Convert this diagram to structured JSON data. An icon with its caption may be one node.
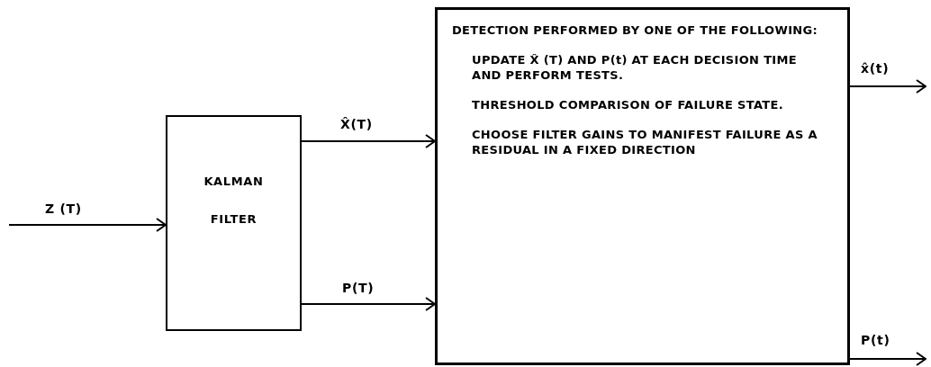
{
  "diagram": {
    "nodes": [
      {
        "text": [
          "KALMAN",
          "FILTER"
        ]
      },
      {
        "text": [
          "DETECTION PERFORMED BY ONE OF THE FOLLOWING:",
          "UPDATE X̂ (T) AND P(t) AT EACH DECISION TIME AND PERFORM TESTS.",
          "THRESHOLD COMPARISON OF FAILURE STATE.",
          "CHOOSE FILTER GAINS TO MANIFEST FAILURE AS A RESIDUAL IN A FIXED DIRECTION"
        ]
      }
    ],
    "edges": [
      {
        "from": null,
        "to": 0,
        "arrow": "to",
        "label": "Z (T)"
      },
      {
        "from": 0,
        "to": 1,
        "arrow": "to",
        "label": "X̂(T)"
      },
      {
        "from": 0,
        "to": 1,
        "arrow": "to",
        "label": "P(T)"
      },
      {
        "from": 1,
        "to": null,
        "arrow": "to",
        "label": "x̂(t)"
      },
      {
        "from": 1,
        "to": null,
        "arrow": "to",
        "label": "P(t)"
      }
    ]
  }
}
